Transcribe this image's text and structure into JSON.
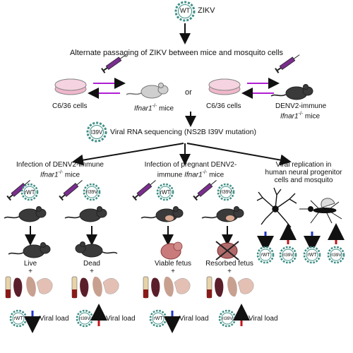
{
  "top": {
    "virus_label": "WT",
    "virus_name": "ZIKV",
    "passage_title": "Alternate passaging of ZIKV between mice and mosquito cells"
  },
  "passage_left": {
    "cells_label": "C6/36 cells",
    "mice_label": "Ifnar1",
    "mice_sup": "-/-",
    "mice_suffix": " mice"
  },
  "or_label": "or",
  "passage_right": {
    "cells_label": "C6/36 cells",
    "mice_line1": "DENV2-immune",
    "mice_line2": "Ifnar1",
    "mice_sup": "-/-",
    "mice_suffix": " mice"
  },
  "sequencing": {
    "virus_label": "I39V",
    "text": "Viral RNA sequencing (NS2B I39V mutation)"
  },
  "branches": {
    "left": {
      "line1": "Infection of DENV2-immune",
      "line2": "Ifnar1",
      "sup": "-/-",
      "suffix": " mice"
    },
    "middle": {
      "line1": "Infection of pregnant DENV2-",
      "line2": "immune ",
      "line2_italic": "Ifnar1",
      "sup": "-/-",
      "suffix": " mice"
    },
    "right": {
      "line1": "Viral replication in",
      "line2": "human neural progenitor",
      "line3": "cells and mosquito"
    }
  },
  "viruses": {
    "rwt": "rWT",
    "ri39v": "rI39V"
  },
  "outcomes": {
    "live": "Live",
    "dead": "Dead",
    "viable": "Viable fetus",
    "resorbed": "Resorbed fetus",
    "plus": "+"
  },
  "viral_load": "Viral load",
  "colors": {
    "blue_arrow": "#1f35c9",
    "red_arrow": "#c4141a",
    "purple_arrow": "#b01fd1",
    "virus_teal": "#3f8f86",
    "mouse_dark": "#3a3a3a",
    "mouse_white": "#cfcfcf",
    "syringe": "#7a2e8e"
  }
}
